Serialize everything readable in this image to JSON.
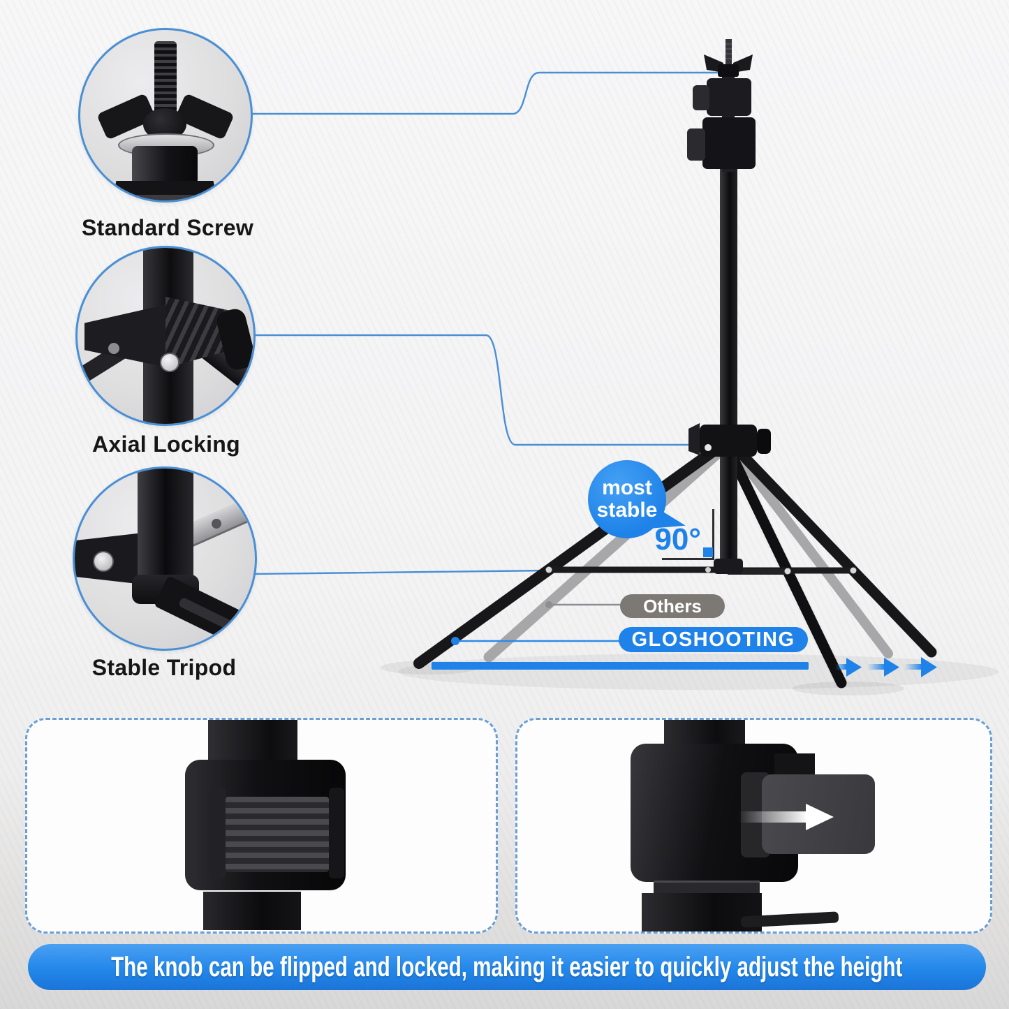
{
  "callouts": {
    "items": [
      {
        "id": "standard-screw",
        "label": "Standard Screw"
      },
      {
        "id": "axial-locking",
        "label": "Axial Locking"
      },
      {
        "id": "stable-tripod",
        "label": "Stable Tripod"
      }
    ]
  },
  "annotations": {
    "bubble": {
      "line1": "most",
      "line2": "stable"
    },
    "angle_label": "90°",
    "others_label": "Others",
    "brand_label": "GLOSHOOTING"
  },
  "banner": {
    "text": "The knob can be flipped and locked, making it easier to quickly adjust the height"
  },
  "icons": {
    "leg_shift_arrows": "arrow-right-icon",
    "knob_pull_arrow": "arrow-right-icon"
  },
  "colors": {
    "accent_blue": "#1E82E8",
    "banner_blue": "#2287EA",
    "pill_gray": "#7C7873",
    "callout_line_blue": "#4A8FD4",
    "card_border_blue": "#6B9FD4"
  }
}
